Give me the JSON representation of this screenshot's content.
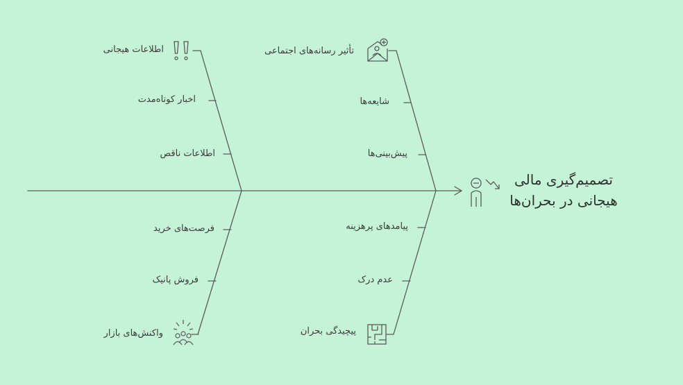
{
  "title_lines": [
    "تصمیم‌گیری مالی",
    "هیجانی در بحران‌ها"
  ],
  "causes": {
    "top_left": [
      "اطلاعات هیجانی",
      "اخبار کوتاه‌مدت",
      "اطلاعات ناقص"
    ],
    "top_right": [
      "تأثیر رسانه‌های اجتماعی",
      "شایعه‌ها",
      "پیش‌بینی‌ها"
    ],
    "bottom_left": [
      "فرصت‌های خرید",
      "فروش پانیک",
      "واکنش‌های بازار"
    ],
    "bottom_right": [
      "پیامدهای پرهزینه",
      "عدم درک",
      "پیچیدگی بحران"
    ]
  },
  "icons": {
    "head": "person-question-icon",
    "top_left": "exclamation-marks-icon",
    "top_right": "mail-person-icon",
    "bottom_left": "crowd-burst-icon",
    "bottom_right": "maze-icon"
  },
  "colors": {
    "background": "#c5f3d8",
    "line": "#5a5a5a",
    "text": "#3a3a3a"
  }
}
